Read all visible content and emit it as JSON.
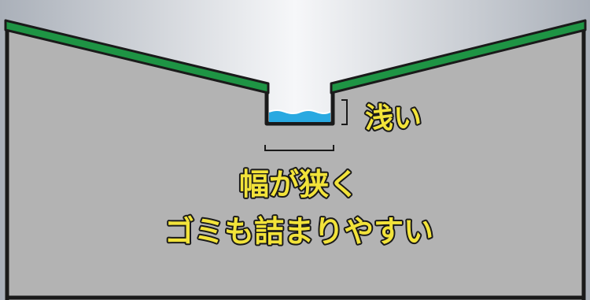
{
  "diagram": {
    "labels": {
      "shallow": "浅い",
      "narrow": "幅が狭く",
      "clog": "ゴミも詰まりやすい"
    },
    "colors": {
      "sky_edge": "#b7bcc4",
      "sky_center": "#f4f5f7",
      "ground": "#b3b3b3",
      "outline": "#1a1a1a",
      "curb": "#1e9444",
      "water": "#29a9e1",
      "label_fill": "#f2e33a",
      "label_stroke": "#1a1a1a"
    }
  }
}
